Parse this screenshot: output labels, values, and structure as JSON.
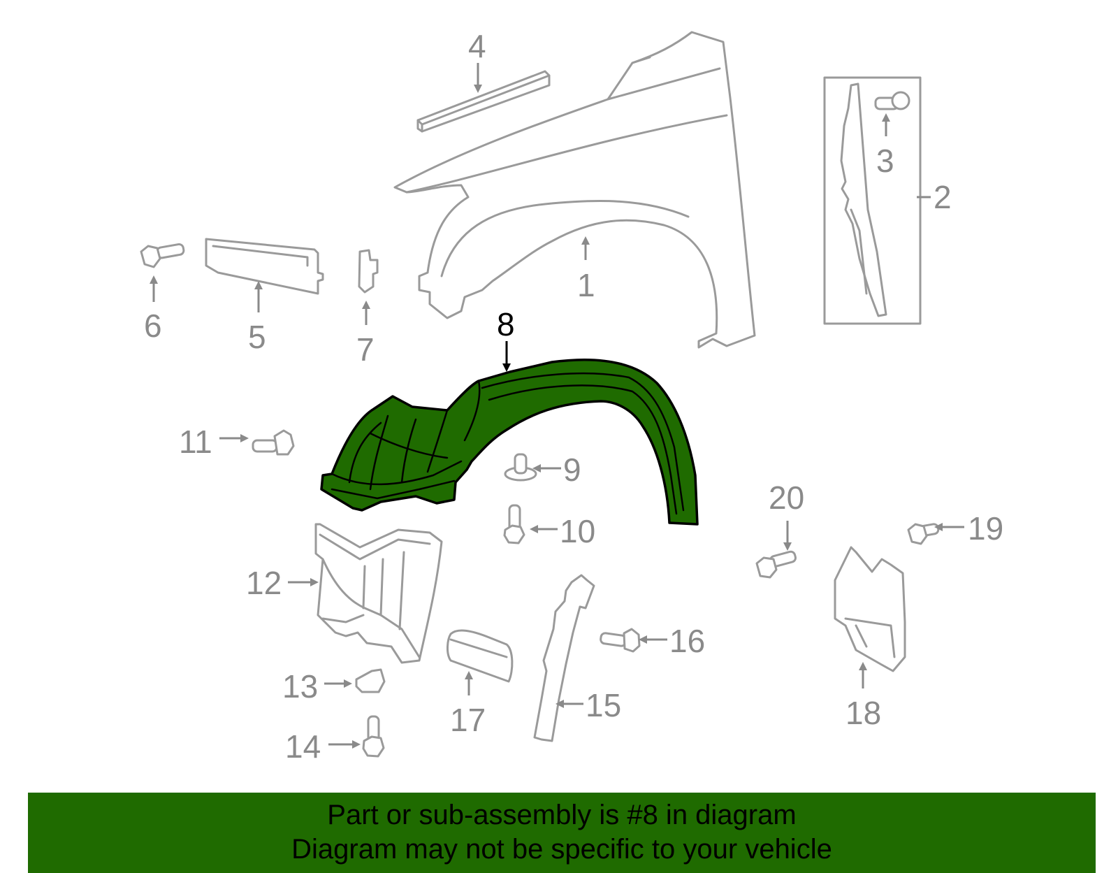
{
  "callouts": {
    "c1": "1",
    "c2": "2",
    "c3": "3",
    "c4": "4",
    "c5": "5",
    "c6": "6",
    "c7": "7",
    "c8": "8",
    "c9": "9",
    "c10": "10",
    "c11": "11",
    "c12": "12",
    "c13": "13",
    "c14": "14",
    "c15": "15",
    "c16": "16",
    "c17": "17",
    "c18": "18",
    "c19": "19",
    "c20": "20"
  },
  "highlighted_part": "8",
  "colors": {
    "highlight": "#1f6b00",
    "parts": "#9a9a9a",
    "labels": "#8a8a8a"
  },
  "banner": {
    "line1": "Part or sub-assembly is #8 in diagram",
    "line2": "Diagram may not be specific to your vehicle"
  }
}
